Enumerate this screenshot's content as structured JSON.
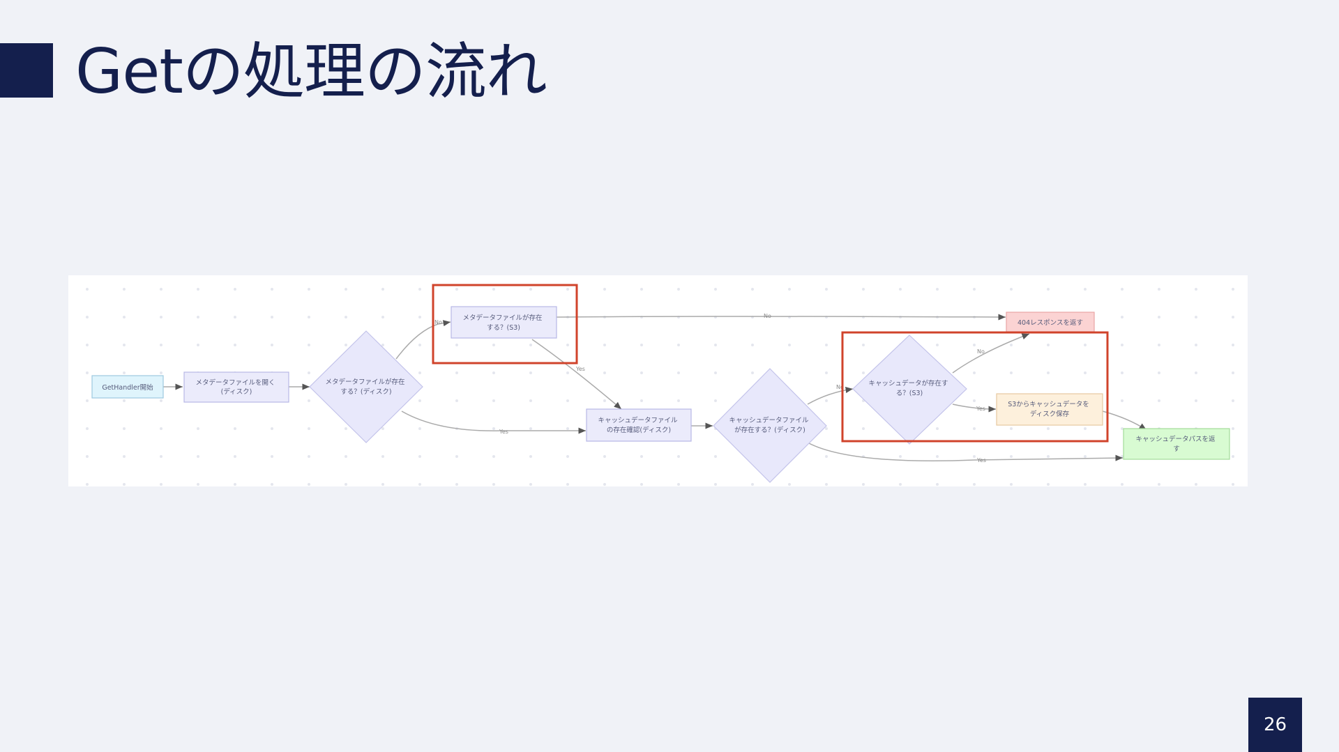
{
  "slide": {
    "title": "Getの処理の流れ",
    "page_number": "26"
  },
  "diagram": {
    "nodes": {
      "start": "GetHandler開始",
      "open_meta": [
        "メタデータファイルを開く",
        "(ディスク)"
      ],
      "meta_exists_disk": [
        "メタデータファイルが存在",
        "する？(ディスク)"
      ],
      "meta_exists_s3": [
        "メタデータファイルが存在",
        "する？(S3)"
      ],
      "cache_confirm": [
        "キャッシュデータファイル",
        "の存在確認(ディスク)"
      ],
      "cache_exists_disk": [
        "キャッシュデータファイル",
        "が存在する？(ディスク)"
      ],
      "cache_exists_s3": [
        "キャッシュデータが存在す",
        "る？(S3)"
      ],
      "return_404": "404レスポンスを返す",
      "save_from_s3": [
        "S3からキャッシュデータを",
        "ディスク保存"
      ],
      "return_path": [
        "キャッシュデータパスを返",
        "す"
      ]
    },
    "edge_labels": {
      "no": "No",
      "yes": "Yes"
    },
    "colors": {
      "decision_fill": "#e8e8fb",
      "process_fill": "#ebebfb",
      "start_fill": "#dff4fc",
      "error_fill": "#fbd3d3",
      "save_fill": "#fdf0dc",
      "end_fill": "#d8fbd2",
      "highlight": "#d0432b",
      "accent": "#141f4d"
    }
  }
}
